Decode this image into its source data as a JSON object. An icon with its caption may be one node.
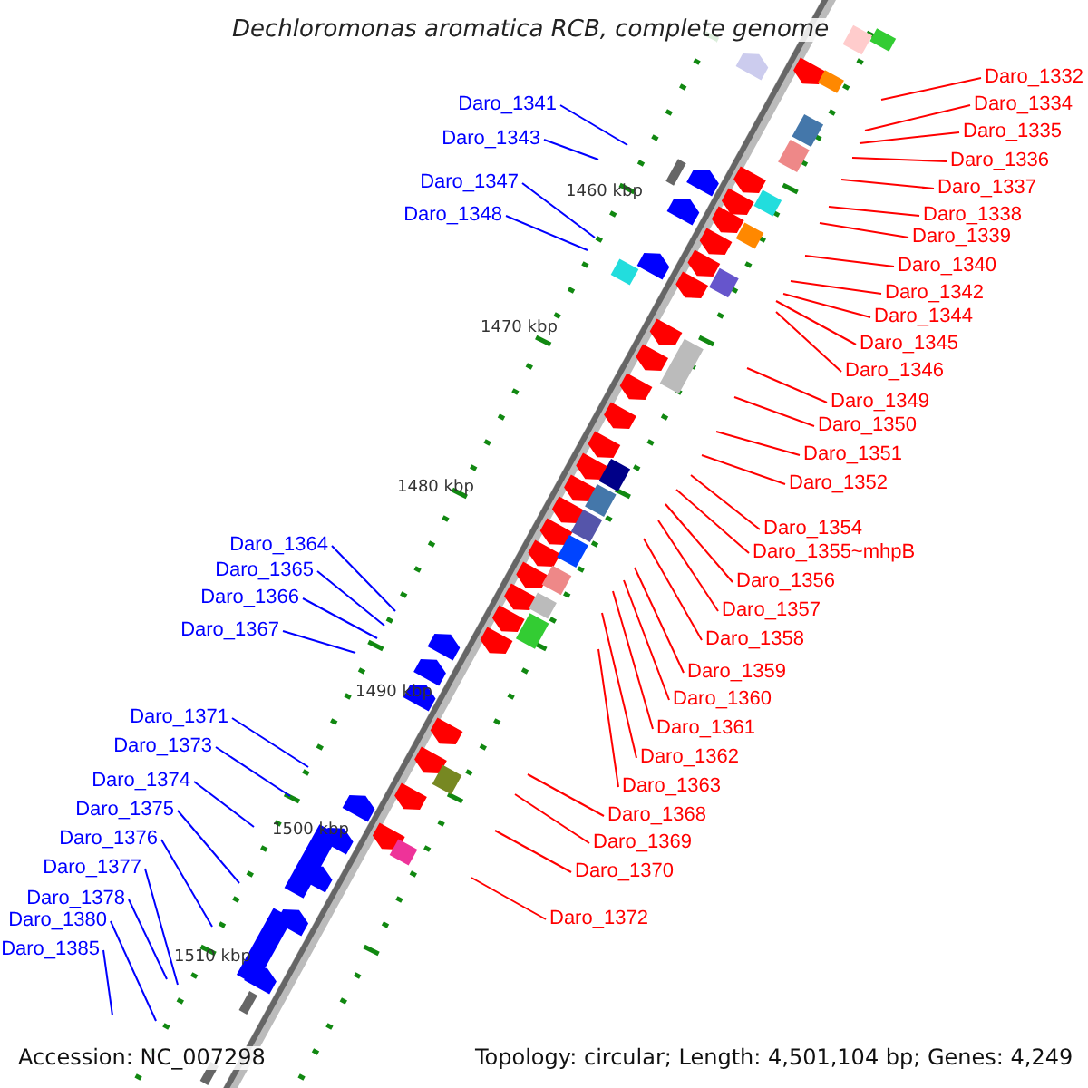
{
  "diagram": {
    "title": "Dechloromonas aromatica RCB, complete genome",
    "nodes": [
      {
        "text": [
          "Daro_1332"
        ]
      },
      {
        "text": [
          "Daro_1334"
        ]
      },
      {
        "text": [
          "Daro_1335"
        ]
      },
      {
        "text": [
          "Daro_1336"
        ]
      },
      {
        "text": [
          "Daro_1337"
        ]
      },
      {
        "text": [
          "Daro_1338"
        ]
      },
      {
        "text": [
          "Daro_1339"
        ]
      },
      {
        "text": [
          "Daro_1340"
        ]
      },
      {
        "text": [
          "Daro_1342"
        ]
      },
      {
        "text": [
          "Daro_1344"
        ]
      },
      {
        "text": [
          "Daro_1345"
        ]
      },
      {
        "text": [
          "Daro_1346"
        ]
      },
      {
        "text": [
          "Daro_1349"
        ]
      },
      {
        "text": [
          "Daro_1350"
        ]
      },
      {
        "text": [
          "Daro_1351"
        ]
      },
      {
        "text": [
          "Daro_1352"
        ]
      },
      {
        "text": [
          "Daro_1354"
        ]
      },
      {
        "text": [
          "Daro_1355~mhpB"
        ]
      },
      {
        "text": [
          "Daro_1356"
        ]
      },
      {
        "text": [
          "Daro_1357"
        ]
      },
      {
        "text": [
          "Daro_1358"
        ]
      },
      {
        "text": [
          "Daro_1359"
        ]
      },
      {
        "text": [
          "Daro_1360"
        ]
      },
      {
        "text": [
          "Daro_1361"
        ]
      },
      {
        "text": [
          "Daro_1362"
        ]
      },
      {
        "text": [
          "Daro_1363"
        ]
      },
      {
        "text": [
          "Daro_1368"
        ]
      },
      {
        "text": [
          "Daro_1369"
        ]
      },
      {
        "text": [
          "Daro_1370"
        ]
      },
      {
        "text": [
          "Daro_1372"
        ]
      },
      {
        "text": [
          "Daro_1341"
        ]
      },
      {
        "text": [
          "Daro_1343"
        ]
      },
      {
        "text": [
          "Daro_1347"
        ]
      },
      {
        "text": [
          "Daro_1348"
        ]
      },
      {
        "text": [
          "Daro_1364"
        ]
      },
      {
        "text": [
          "Daro_1365"
        ]
      },
      {
        "text": [
          "Daro_1366"
        ]
      },
      {
        "text": [
          "Daro_1367"
        ]
      },
      {
        "text": [
          "Daro_1371"
        ]
      },
      {
        "text": [
          "Daro_1373"
        ]
      },
      {
        "text": [
          "Daro_1374"
        ]
      },
      {
        "text": [
          "Daro_1375"
        ]
      },
      {
        "text": [
          "Daro_1376"
        ]
      },
      {
        "text": [
          "Daro_1377"
        ]
      },
      {
        "text": [
          "Daro_1378"
        ]
      },
      {
        "text": [
          "Daro_1380"
        ]
      },
      {
        "text": [
          "Daro_1385"
        ]
      }
    ],
    "edges": [
      {
        "from": 0,
        "to": null,
        "arrow": "none"
      },
      {
        "from": 1,
        "to": null,
        "arrow": "none"
      },
      {
        "from": 2,
        "to": null,
        "arrow": "none"
      },
      {
        "from": 3,
        "to": null,
        "arrow": "none"
      },
      {
        "from": 4,
        "to": null,
        "arrow": "none"
      },
      {
        "from": 5,
        "to": null,
        "arrow": "none"
      },
      {
        "from": 6,
        "to": null,
        "arrow": "none"
      },
      {
        "from": 7,
        "to": null,
        "arrow": "none"
      },
      {
        "from": 8,
        "to": null,
        "arrow": "none"
      },
      {
        "from": 9,
        "to": null,
        "arrow": "none"
      },
      {
        "from": 10,
        "to": null,
        "arrow": "none"
      },
      {
        "from": 11,
        "to": null,
        "arrow": "none"
      },
      {
        "from": 12,
        "to": null,
        "arrow": "none"
      },
      {
        "from": 13,
        "to": null,
        "arrow": "none"
      },
      {
        "from": 14,
        "to": null,
        "arrow": "none"
      },
      {
        "from": 15,
        "to": null,
        "arrow": "none"
      },
      {
        "from": 16,
        "to": null,
        "arrow": "none"
      },
      {
        "from": 17,
        "to": null,
        "arrow": "none"
      },
      {
        "from": 18,
        "to": null,
        "arrow": "none"
      },
      {
        "from": 19,
        "to": null,
        "arrow": "none"
      },
      {
        "from": 20,
        "to": null,
        "arrow": "none"
      },
      {
        "from": 21,
        "to": null,
        "arrow": "none"
      },
      {
        "from": 22,
        "to": null,
        "arrow": "none"
      },
      {
        "from": 23,
        "to": null,
        "arrow": "none"
      },
      {
        "from": 24,
        "to": null,
        "arrow": "none"
      },
      {
        "from": 25,
        "to": null,
        "arrow": "none"
      },
      {
        "from": 26,
        "to": null,
        "arrow": "none"
      },
      {
        "from": 27,
        "to": null,
        "arrow": "none"
      },
      {
        "from": 28,
        "to": null,
        "arrow": "none"
      },
      {
        "from": 29,
        "to": null,
        "arrow": "none"
      },
      {
        "from": 30,
        "to": null,
        "arrow": "none",
        "color": "#0000ff"
      },
      {
        "from": 31,
        "to": null,
        "arrow": "none",
        "color": "#0000ff"
      },
      {
        "from": 32,
        "to": null,
        "arrow": "none",
        "color": "#0000ff"
      },
      {
        "from": 33,
        "to": null,
        "arrow": "none",
        "color": "#0000ff"
      },
      {
        "from": 34,
        "to": null,
        "arrow": "none",
        "color": "#0000ff"
      },
      {
        "from": 35,
        "to": null,
        "arrow": "none",
        "color": "#0000ff"
      },
      {
        "from": 36,
        "to": null,
        "arrow": "none",
        "color": "#0000ff"
      },
      {
        "from": 37,
        "to": null,
        "arrow": "none",
        "color": "#0000ff"
      },
      {
        "from": 38,
        "to": null,
        "arrow": "none",
        "color": "#0000ff"
      },
      {
        "from": 39,
        "to": null,
        "arrow": "none",
        "color": "#0000ff"
      },
      {
        "from": 40,
        "to": null,
        "arrow": "none",
        "color": "#0000ff"
      },
      {
        "from": 41,
        "to": null,
        "arrow": "none",
        "color": "#0000ff"
      },
      {
        "from": 42,
        "to": null,
        "arrow": "none",
        "color": "#0000ff"
      },
      {
        "from": 43,
        "to": null,
        "arrow": "none",
        "color": "#0000ff"
      },
      {
        "from": 44,
        "to": null,
        "arrow": "none",
        "color": "#0000ff"
      },
      {
        "from": 45,
        "to": null,
        "arrow": "none",
        "color": "#0000ff"
      },
      {
        "from": 46,
        "to": null,
        "arrow": "none",
        "color": "#0000ff"
      }
    ],
    "labels": [
      "1460 kbp",
      "1470 kbp",
      "1480 kbp",
      "1490 kbp",
      "1500 kbp",
      "1510 kbp",
      "Accession: NC_007298",
      "Topology: circular; Length: 4,501,104 bp; Genes: 4,249"
    ]
  }
}
